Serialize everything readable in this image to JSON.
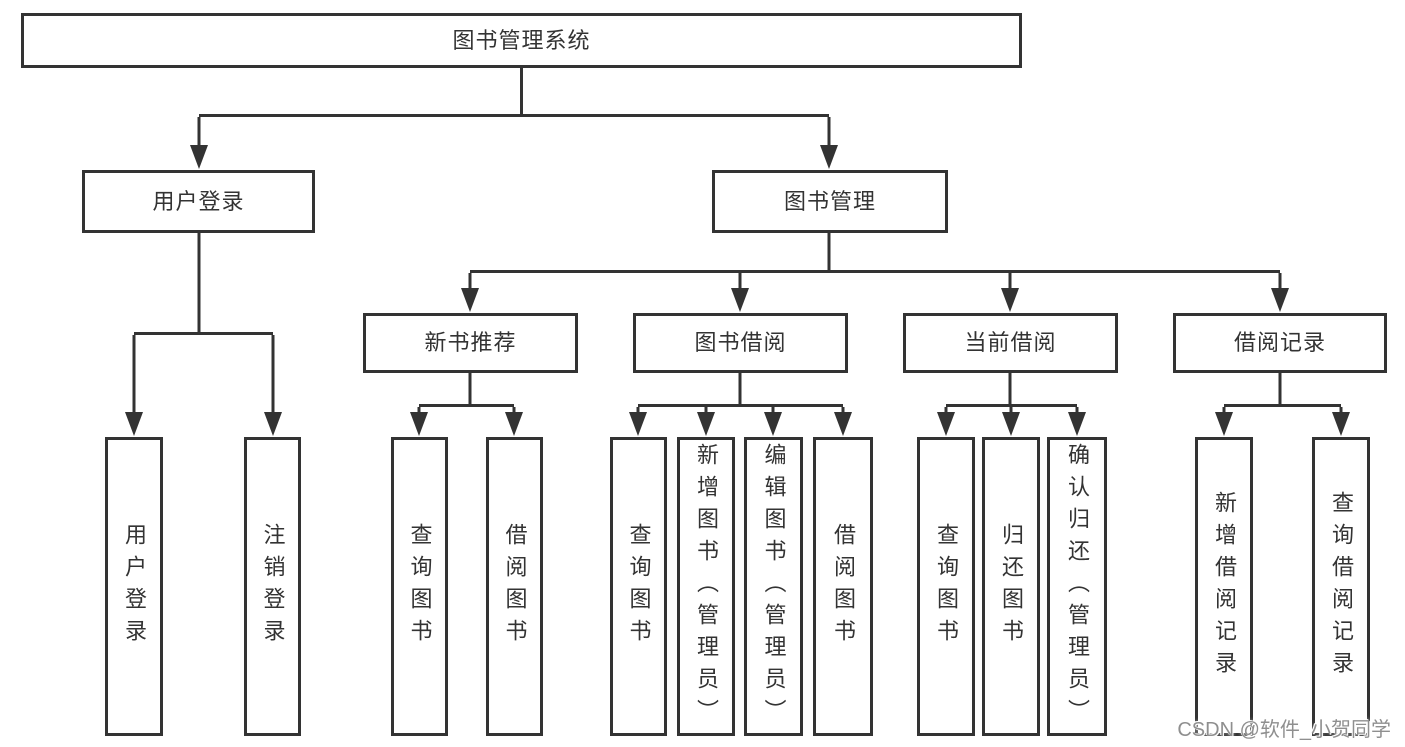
{
  "diagram": {
    "root": "图书管理系统",
    "level2": {
      "user_login": "用户登录",
      "book_mgmt": "图书管理"
    },
    "level3": {
      "new_books": "新书推荐",
      "book_borrow": "图书借阅",
      "current_borrow": "当前借阅",
      "borrow_records": "借阅记录"
    },
    "leaves": {
      "user_login": [
        "用户登录",
        "注销登录"
      ],
      "new_books": [
        "查询图书",
        "借阅图书"
      ],
      "book_borrow": [
        "查询图书",
        "新增图书（管理员）",
        "编辑图书（管理员）",
        "借阅图书"
      ],
      "current_borrow": [
        "查询图书",
        "归还图书",
        "确认归还（管理员）"
      ],
      "borrow_records": [
        "新增借阅记录",
        "查询借阅记录"
      ]
    }
  },
  "watermark": "CSDN @软件_小贺同学",
  "colors": {
    "line": "#333333",
    "text": "#333333",
    "background": "#ffffff",
    "watermark": "#8f8f8f"
  }
}
